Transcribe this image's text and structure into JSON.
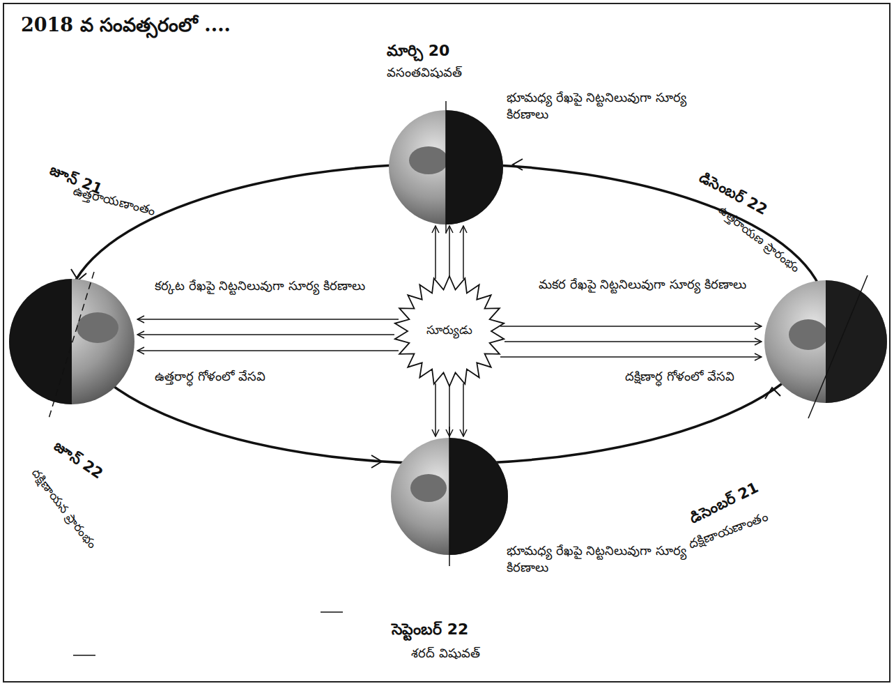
{
  "diagram": {
    "title": "2018 వ సంవత్సరంలో ....",
    "nodes": [
      {
        "text": [
          "సూర్యుడు"
        ]
      }
    ],
    "labels": [
      "మార్చి 20",
      "వసంతవిషువత్",
      "భూమధ్య రేఖపై నిట్టనిలువుగా సూర్య కిరణాలు",
      "జూన్ 21",
      "ఉత్తరాయణాంతం",
      "డిసెంబర్ 22",
      "ఉత్తరాయణ ప్రారంభం",
      "కర్కట రేఖపై నిట్టనిలువుగా సూర్య కిరణాలు",
      "మకర రేఖపై నిట్టనిలువుగా సూర్య కిరణాలు",
      "ఉత్తరార్ధ గోళంలో వేసవి",
      "దక్షిణార్ధ గోళంలో వేసవి",
      "జూన్ 22",
      "దక్షిణాయన ప్రారంభం",
      "డిసెంబర్ 21",
      "దక్షిణాయణాంతం",
      "భూమధ్య రేఖపై నిట్టనిలువుగా సూర్య కిరణాలు",
      "సెప్టెంబర్ 22",
      "శరద్ విషువత్"
    ]
  }
}
